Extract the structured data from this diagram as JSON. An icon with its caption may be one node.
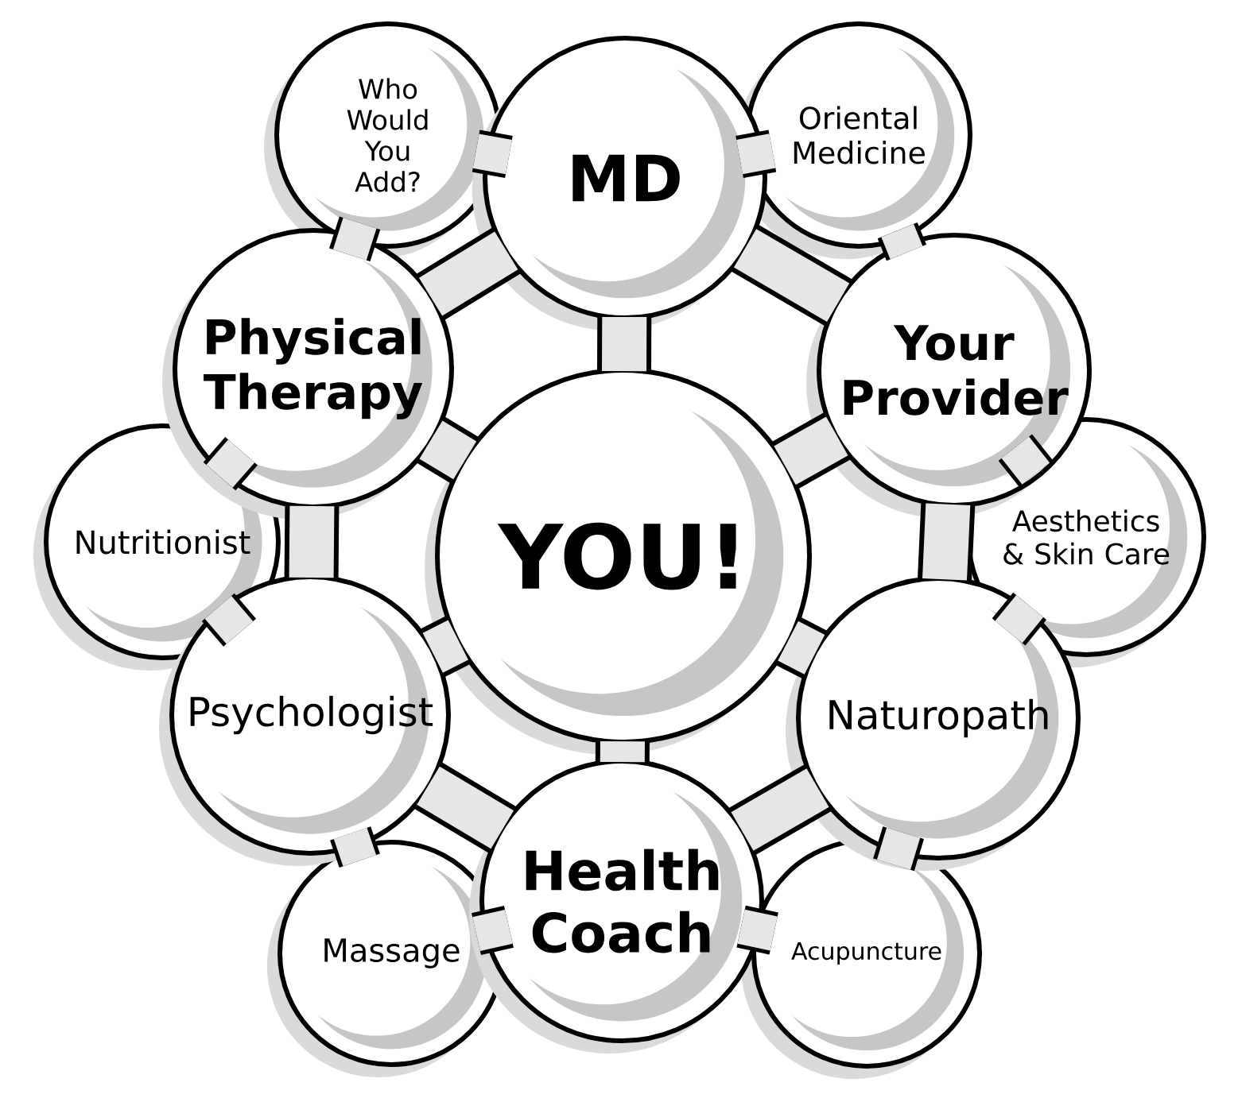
{
  "diagram": {
    "nodes": [
      {
        "text": [
          "Who Would You Add?"
        ]
      },
      {
        "text": [
          "MD"
        ]
      },
      {
        "text": [
          "Oriental Medicine"
        ]
      },
      {
        "text": [
          "Physical Therapy"
        ]
      },
      {
        "text": [
          "Your Provider"
        ]
      },
      {
        "text": [
          "Nutritionist"
        ]
      },
      {
        "text": [
          "YOU!"
        ]
      },
      {
        "text": [
          "Aesthetics & Skin Care"
        ]
      },
      {
        "text": [
          "Psychologist"
        ]
      },
      {
        "text": [
          "Naturopath"
        ]
      },
      {
        "text": [
          "Massage"
        ]
      },
      {
        "text": [
          "Health Coach"
        ]
      },
      {
        "text": [
          "Acupuncture"
        ]
      }
    ],
    "edges": [
      {
        "from": 6,
        "to": 1,
        "arrow": "none"
      },
      {
        "from": 6,
        "to": 4,
        "arrow": "none"
      },
      {
        "from": 6,
        "to": 9,
        "arrow": "none"
      },
      {
        "from": 6,
        "to": 11,
        "arrow": "none"
      },
      {
        "from": 6,
        "to": 8,
        "arrow": "none"
      },
      {
        "from": 6,
        "to": 3,
        "arrow": "none"
      },
      {
        "from": 1,
        "to": 4,
        "arrow": "none"
      },
      {
        "from": 4,
        "to": 9,
        "arrow": "none"
      },
      {
        "from": 9,
        "to": 11,
        "arrow": "none"
      },
      {
        "from": 11,
        "to": 8,
        "arrow": "none"
      },
      {
        "from": 8,
        "to": 3,
        "arrow": "none"
      },
      {
        "from": 3,
        "to": 1,
        "arrow": "none"
      },
      {
        "from": 0,
        "to": 1,
        "arrow": "none"
      },
      {
        "from": 0,
        "to": 3,
        "arrow": "none"
      },
      {
        "from": 2,
        "to": 1,
        "arrow": "none"
      },
      {
        "from": 2,
        "to": 4,
        "arrow": "none"
      },
      {
        "from": 7,
        "to": 4,
        "arrow": "none"
      },
      {
        "from": 7,
        "to": 9,
        "arrow": "none"
      },
      {
        "from": 12,
        "to": 9,
        "arrow": "none"
      },
      {
        "from": 12,
        "to": 11,
        "arrow": "none"
      },
      {
        "from": 10,
        "to": 11,
        "arrow": "none"
      },
      {
        "from": 10,
        "to": 8,
        "arrow": "none"
      },
      {
        "from": 5,
        "to": 8,
        "arrow": "none"
      },
      {
        "from": 5,
        "to": 3,
        "arrow": "none"
      }
    ]
  }
}
